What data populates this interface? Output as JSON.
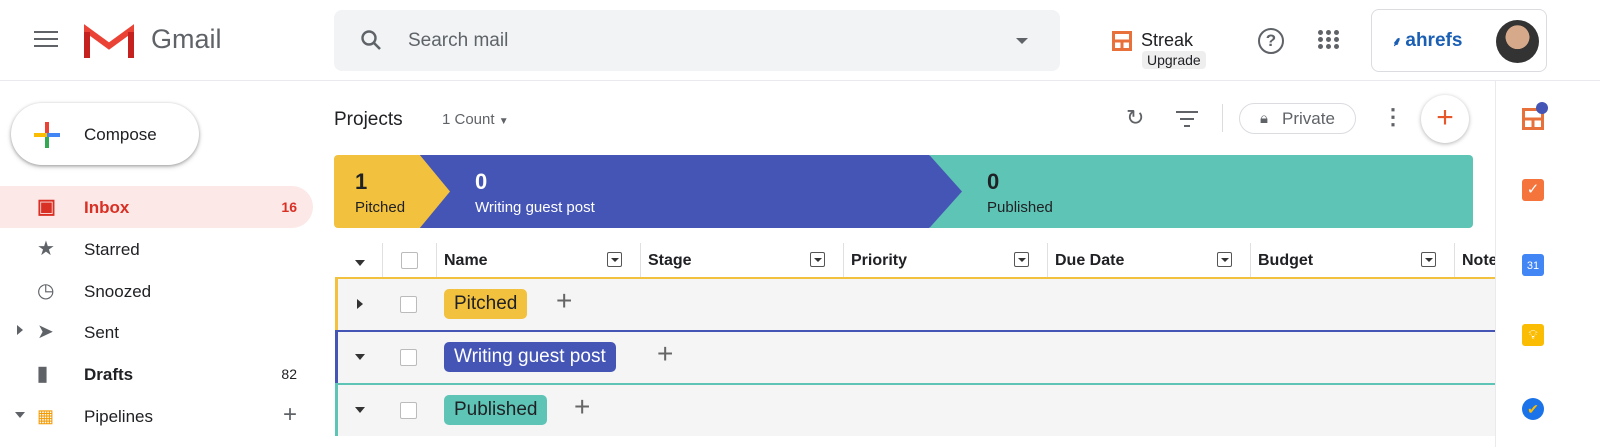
{
  "header": {
    "app_name": "Gmail",
    "search_placeholder": "Search mail",
    "streak_label": "Streak",
    "upgrade_label": "Upgrade",
    "account_brand": "ahrefs"
  },
  "sidebar": {
    "compose_label": "Compose",
    "items": [
      {
        "label": "Inbox",
        "count": "16",
        "icon": "inbox-icon"
      },
      {
        "label": "Starred",
        "count": "",
        "icon": "star-icon"
      },
      {
        "label": "Snoozed",
        "count": "",
        "icon": "clock-icon"
      },
      {
        "label": "Sent",
        "count": "",
        "icon": "send-icon"
      },
      {
        "label": "Drafts",
        "count": "82",
        "icon": "draft-icon"
      },
      {
        "label": "Pipelines",
        "count": "",
        "icon": "pipelines-icon"
      }
    ]
  },
  "main": {
    "title": "Projects",
    "count_label": "1 Count",
    "private_label": "Private",
    "stages": [
      {
        "count": "1",
        "label": "Pitched",
        "color": "#f2c13e"
      },
      {
        "count": "0",
        "label": "Writing guest post",
        "color": "#4555b5"
      },
      {
        "count": "0",
        "label": "Published",
        "color": "#5ec4b6"
      }
    ],
    "columns": [
      "Name",
      "Stage",
      "Priority",
      "Due Date",
      "Budget",
      "Notes"
    ],
    "groups": [
      {
        "label": "Pitched",
        "color": "#f2c13e",
        "text_color": "#202124",
        "expanded": false
      },
      {
        "label": "Writing guest post",
        "color": "#4555b5",
        "text_color": "#ffffff",
        "expanded": true
      },
      {
        "label": "Published",
        "color": "#5ec4b6",
        "text_color": "#202124",
        "expanded": true
      }
    ]
  },
  "right_panel": {
    "icons": [
      "streak-icon",
      "tasks-icon",
      "calendar-icon",
      "keep-icon",
      "todo-icon"
    ],
    "calendar_day": "31"
  }
}
